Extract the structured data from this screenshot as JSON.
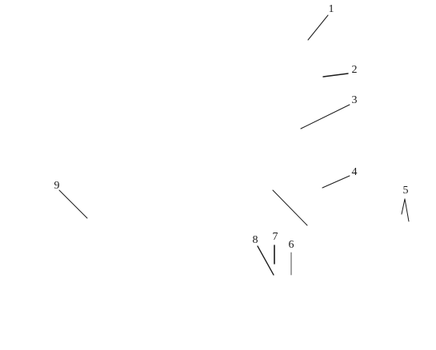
{
  "canvas": {
    "background": "#ffffff",
    "ink_color": "#1a1a1a"
  },
  "callouts": [
    {
      "label": "1"
    },
    {
      "label": "2"
    },
    {
      "label": "3"
    },
    {
      "label": "4"
    },
    {
      "label": "5"
    },
    {
      "label": "6"
    },
    {
      "label": "7"
    },
    {
      "label": "8"
    },
    {
      "label": "9"
    }
  ]
}
